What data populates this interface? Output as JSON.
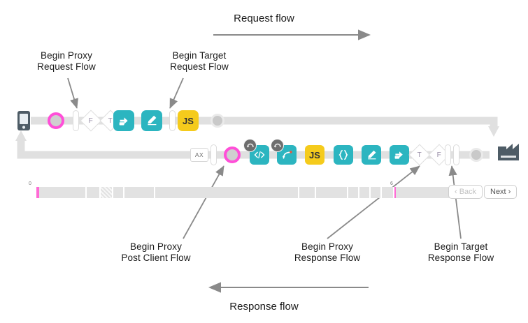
{
  "title_request_flow": "Request flow",
  "title_response_flow": "Response flow",
  "annotations": {
    "begin_proxy_request": "Begin Proxy\nRequest Flow",
    "begin_target_request": "Begin Target\nRequest Flow",
    "begin_proxy_post_client": "Begin Proxy\nPost Client Flow",
    "begin_proxy_response": "Begin Proxy\nResponse Flow",
    "begin_target_response": "Begin Target\nResponse Flow"
  },
  "colors": {
    "teal": "#2cb5c0",
    "yellow": "#f5cb1c",
    "pink": "#ff4fd8",
    "track": "#e0e0e0",
    "arrow": "#888888",
    "target": "#4e5c66"
  },
  "request_row": {
    "name": "request-flow-track",
    "endpoint_left": "client-phone-icon",
    "endpoint_right": "target-server-icon",
    "nodes": [
      {
        "kind": "pink-ring",
        "name": "begin-proxy-request-marker",
        "label": ""
      },
      {
        "kind": "gate",
        "name": "flow-gate",
        "label": ""
      },
      {
        "kind": "diamond",
        "name": "condition-false-diamond",
        "label": "F"
      },
      {
        "kind": "diamond",
        "name": "condition-true-diamond",
        "label": "T"
      },
      {
        "kind": "tile-teal",
        "name": "assign-message-policy",
        "label": "",
        "icon": "arrow-out-icon"
      },
      {
        "kind": "tile-teal",
        "name": "edit-policy",
        "label": "",
        "icon": "pencil-icon"
      },
      {
        "kind": "gate",
        "name": "begin-target-request-gate",
        "label": ""
      },
      {
        "kind": "tile-yellow",
        "name": "javascript-policy",
        "label": "JS"
      },
      {
        "kind": "gray-ring",
        "name": "flow-end-marker",
        "label": ""
      }
    ]
  },
  "response_row": {
    "name": "response-flow-track",
    "nodes": [
      {
        "kind": "ax-box",
        "name": "ax-analytics-node",
        "label": "AX"
      },
      {
        "kind": "gate",
        "name": "post-client-gate",
        "label": ""
      },
      {
        "kind": "pink-ring",
        "name": "begin-proxy-post-client-marker",
        "label": ""
      },
      {
        "kind": "tile-teal",
        "name": "xml-policy",
        "label": "",
        "icon": "code-tags-icon",
        "badge": "loop-icon"
      },
      {
        "kind": "tile-teal",
        "name": "raise-fault-policy",
        "label": "",
        "icon": "curved-arrow-icon",
        "badge": "loop-icon"
      },
      {
        "kind": "tile-yellow",
        "name": "javascript-policy",
        "label": "JS"
      },
      {
        "kind": "tile-teal",
        "name": "json-policy",
        "label": "",
        "icon": "braces-icon"
      },
      {
        "kind": "tile-teal",
        "name": "edit-policy",
        "label": "",
        "icon": "pencil-icon"
      },
      {
        "kind": "tile-teal",
        "name": "assign-message-policy",
        "label": "",
        "icon": "arrow-out-icon"
      },
      {
        "kind": "diamond",
        "name": "condition-true-diamond",
        "label": "T"
      },
      {
        "kind": "diamond",
        "name": "condition-false-diamond",
        "label": "F"
      },
      {
        "kind": "gate",
        "name": "begin-proxy-response-gate",
        "label": ""
      },
      {
        "kind": "gate",
        "name": "begin-target-response-gate",
        "label": ""
      },
      {
        "kind": "gray-ring",
        "name": "flow-end-marker",
        "label": ""
      }
    ]
  },
  "timeline": {
    "name": "trace-timeline",
    "start_label": "0",
    "end_label": "6",
    "back_button": "‹ Back",
    "next_button": "Next ›"
  }
}
